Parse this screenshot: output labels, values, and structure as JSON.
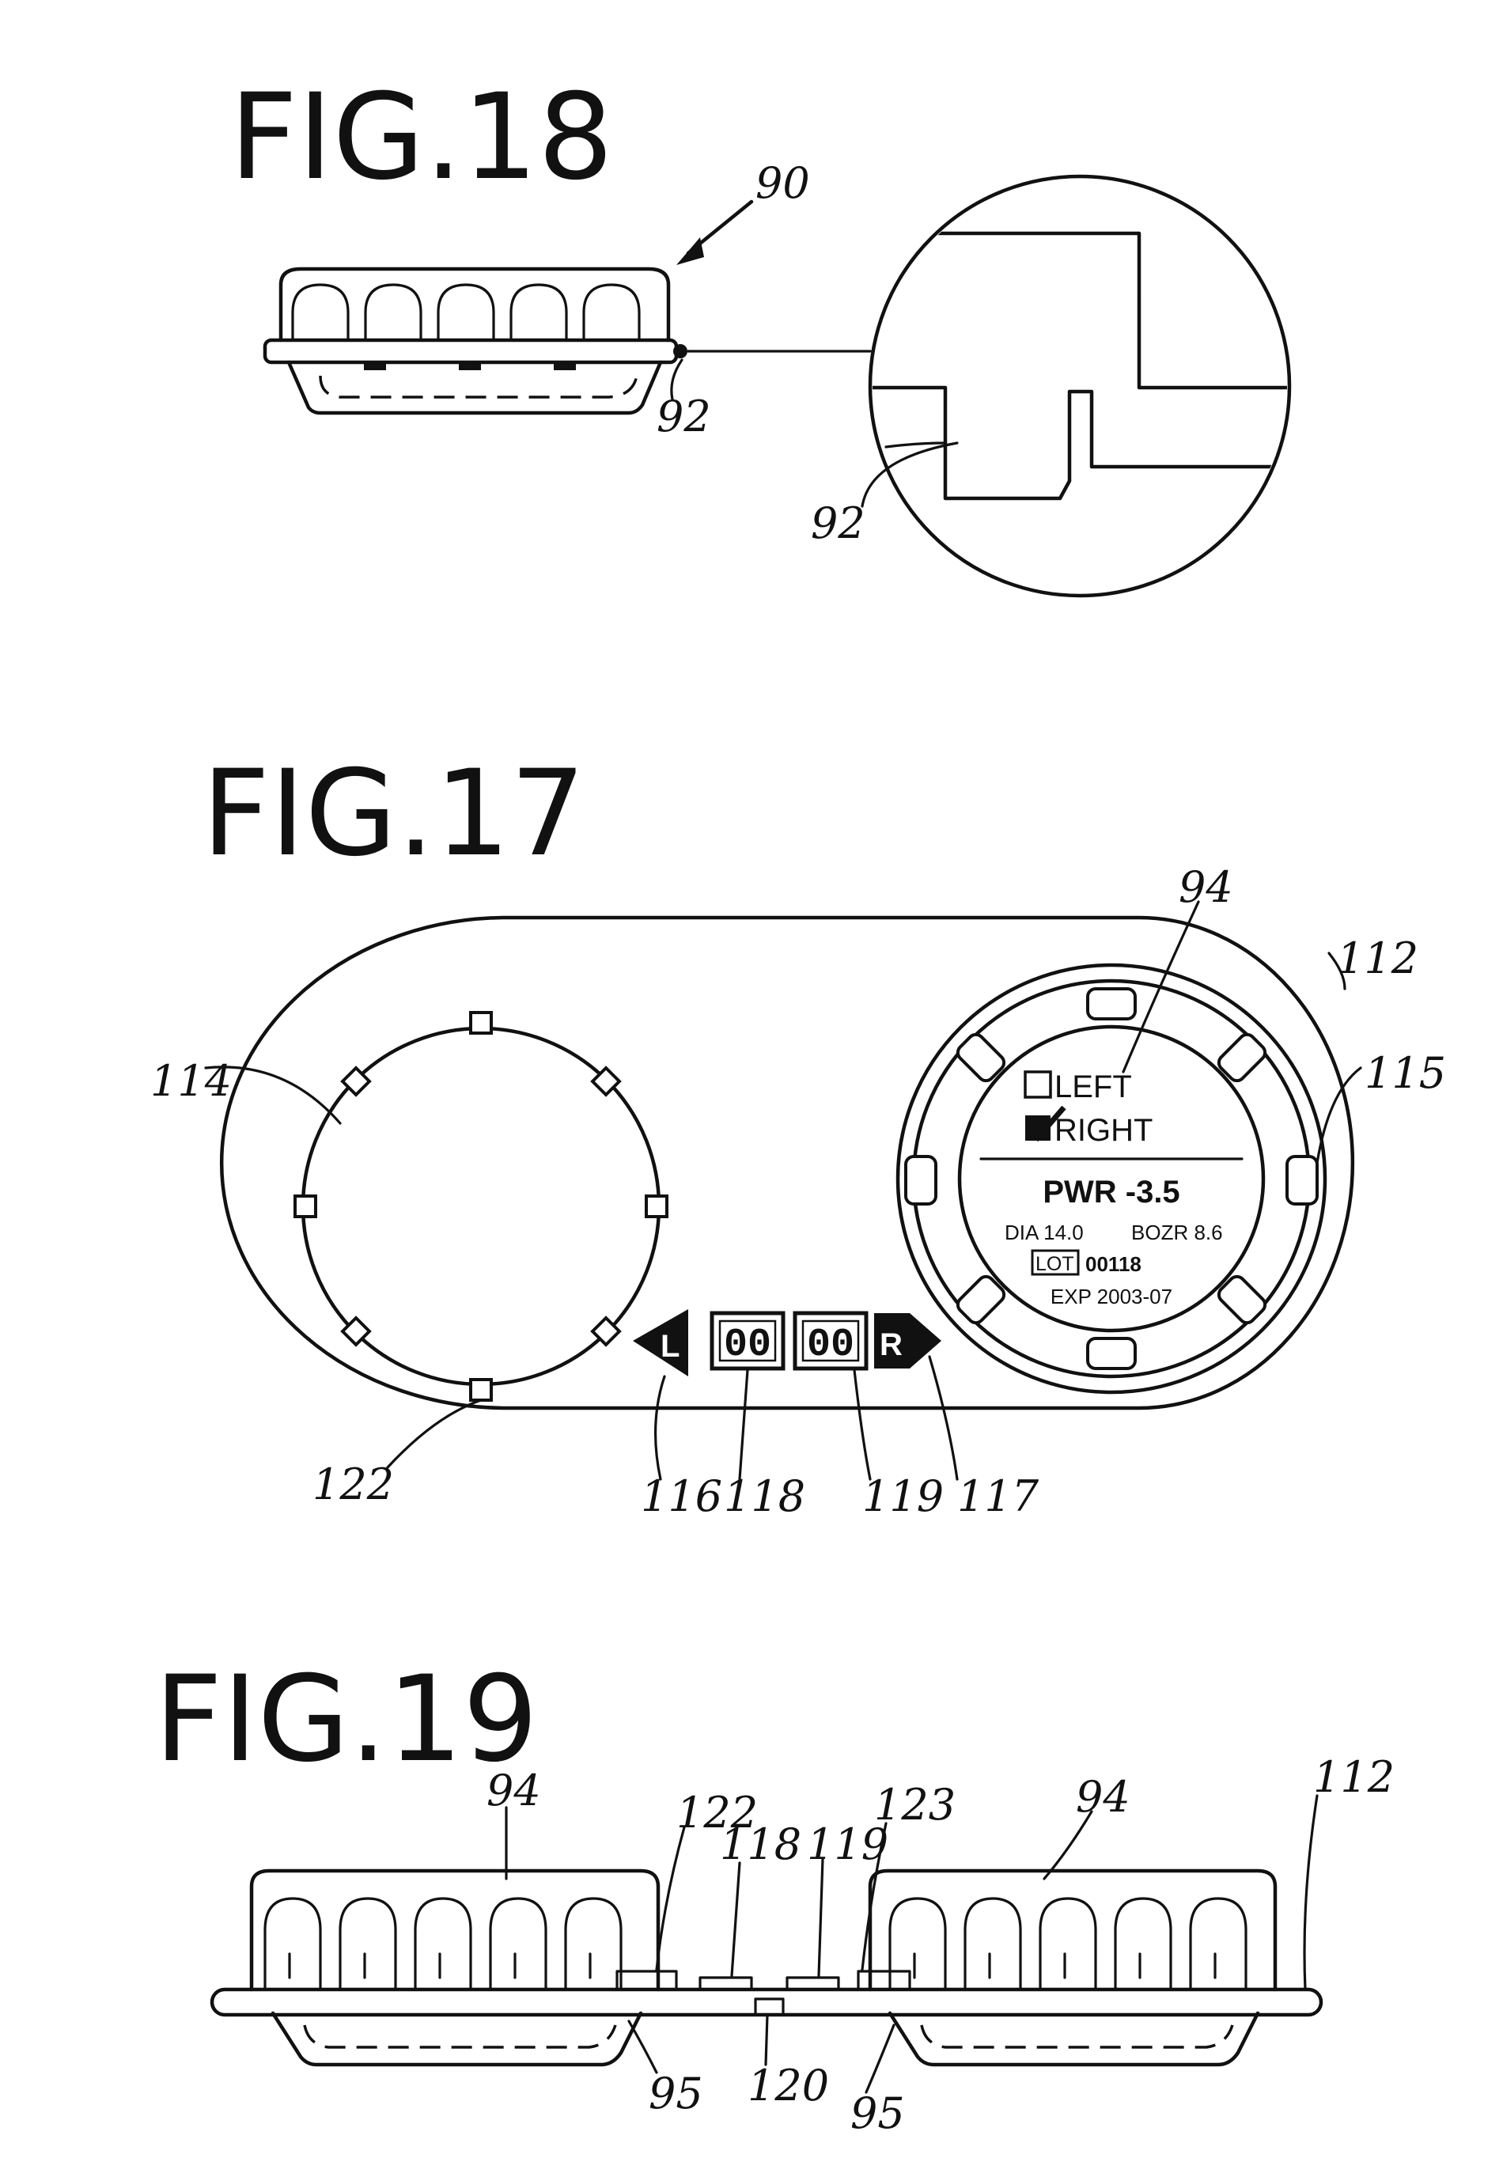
{
  "figures": {
    "fig18": {
      "title": "FIG.18",
      "refs": {
        "package": "90",
        "flange": "92",
        "detail_flange": "92"
      }
    },
    "fig17": {
      "title": "FIG.17",
      "refs": {
        "lens": "94",
        "base": "112",
        "cup_empty": "114",
        "ring": "115",
        "notch": "122",
        "left_arrow": "116",
        "left_counter": "118",
        "right_counter": "119",
        "right_arrow": "117"
      },
      "label": {
        "left": "LEFT",
        "right": "RIGHT",
        "power": "PWR -3.5",
        "dia": "DIA 14.0",
        "bozr": "BOZR 8.6",
        "lot_tag": "LOT",
        "lot_value": "00118",
        "exp": "EXP 2003-07"
      },
      "indicator": {
        "left_letter": "L",
        "right_letter": "R",
        "left_digits": "00",
        "right_digits": "00"
      }
    },
    "fig19": {
      "title": "FIG.19",
      "refs": {
        "lens_left": "94",
        "lens_right": "94",
        "tab_left": "122",
        "counter_left": "118",
        "counter_right": "119",
        "tab_right": "123",
        "base": "112",
        "cup_left": "95",
        "hinge": "120",
        "cup_right": "95"
      }
    }
  }
}
